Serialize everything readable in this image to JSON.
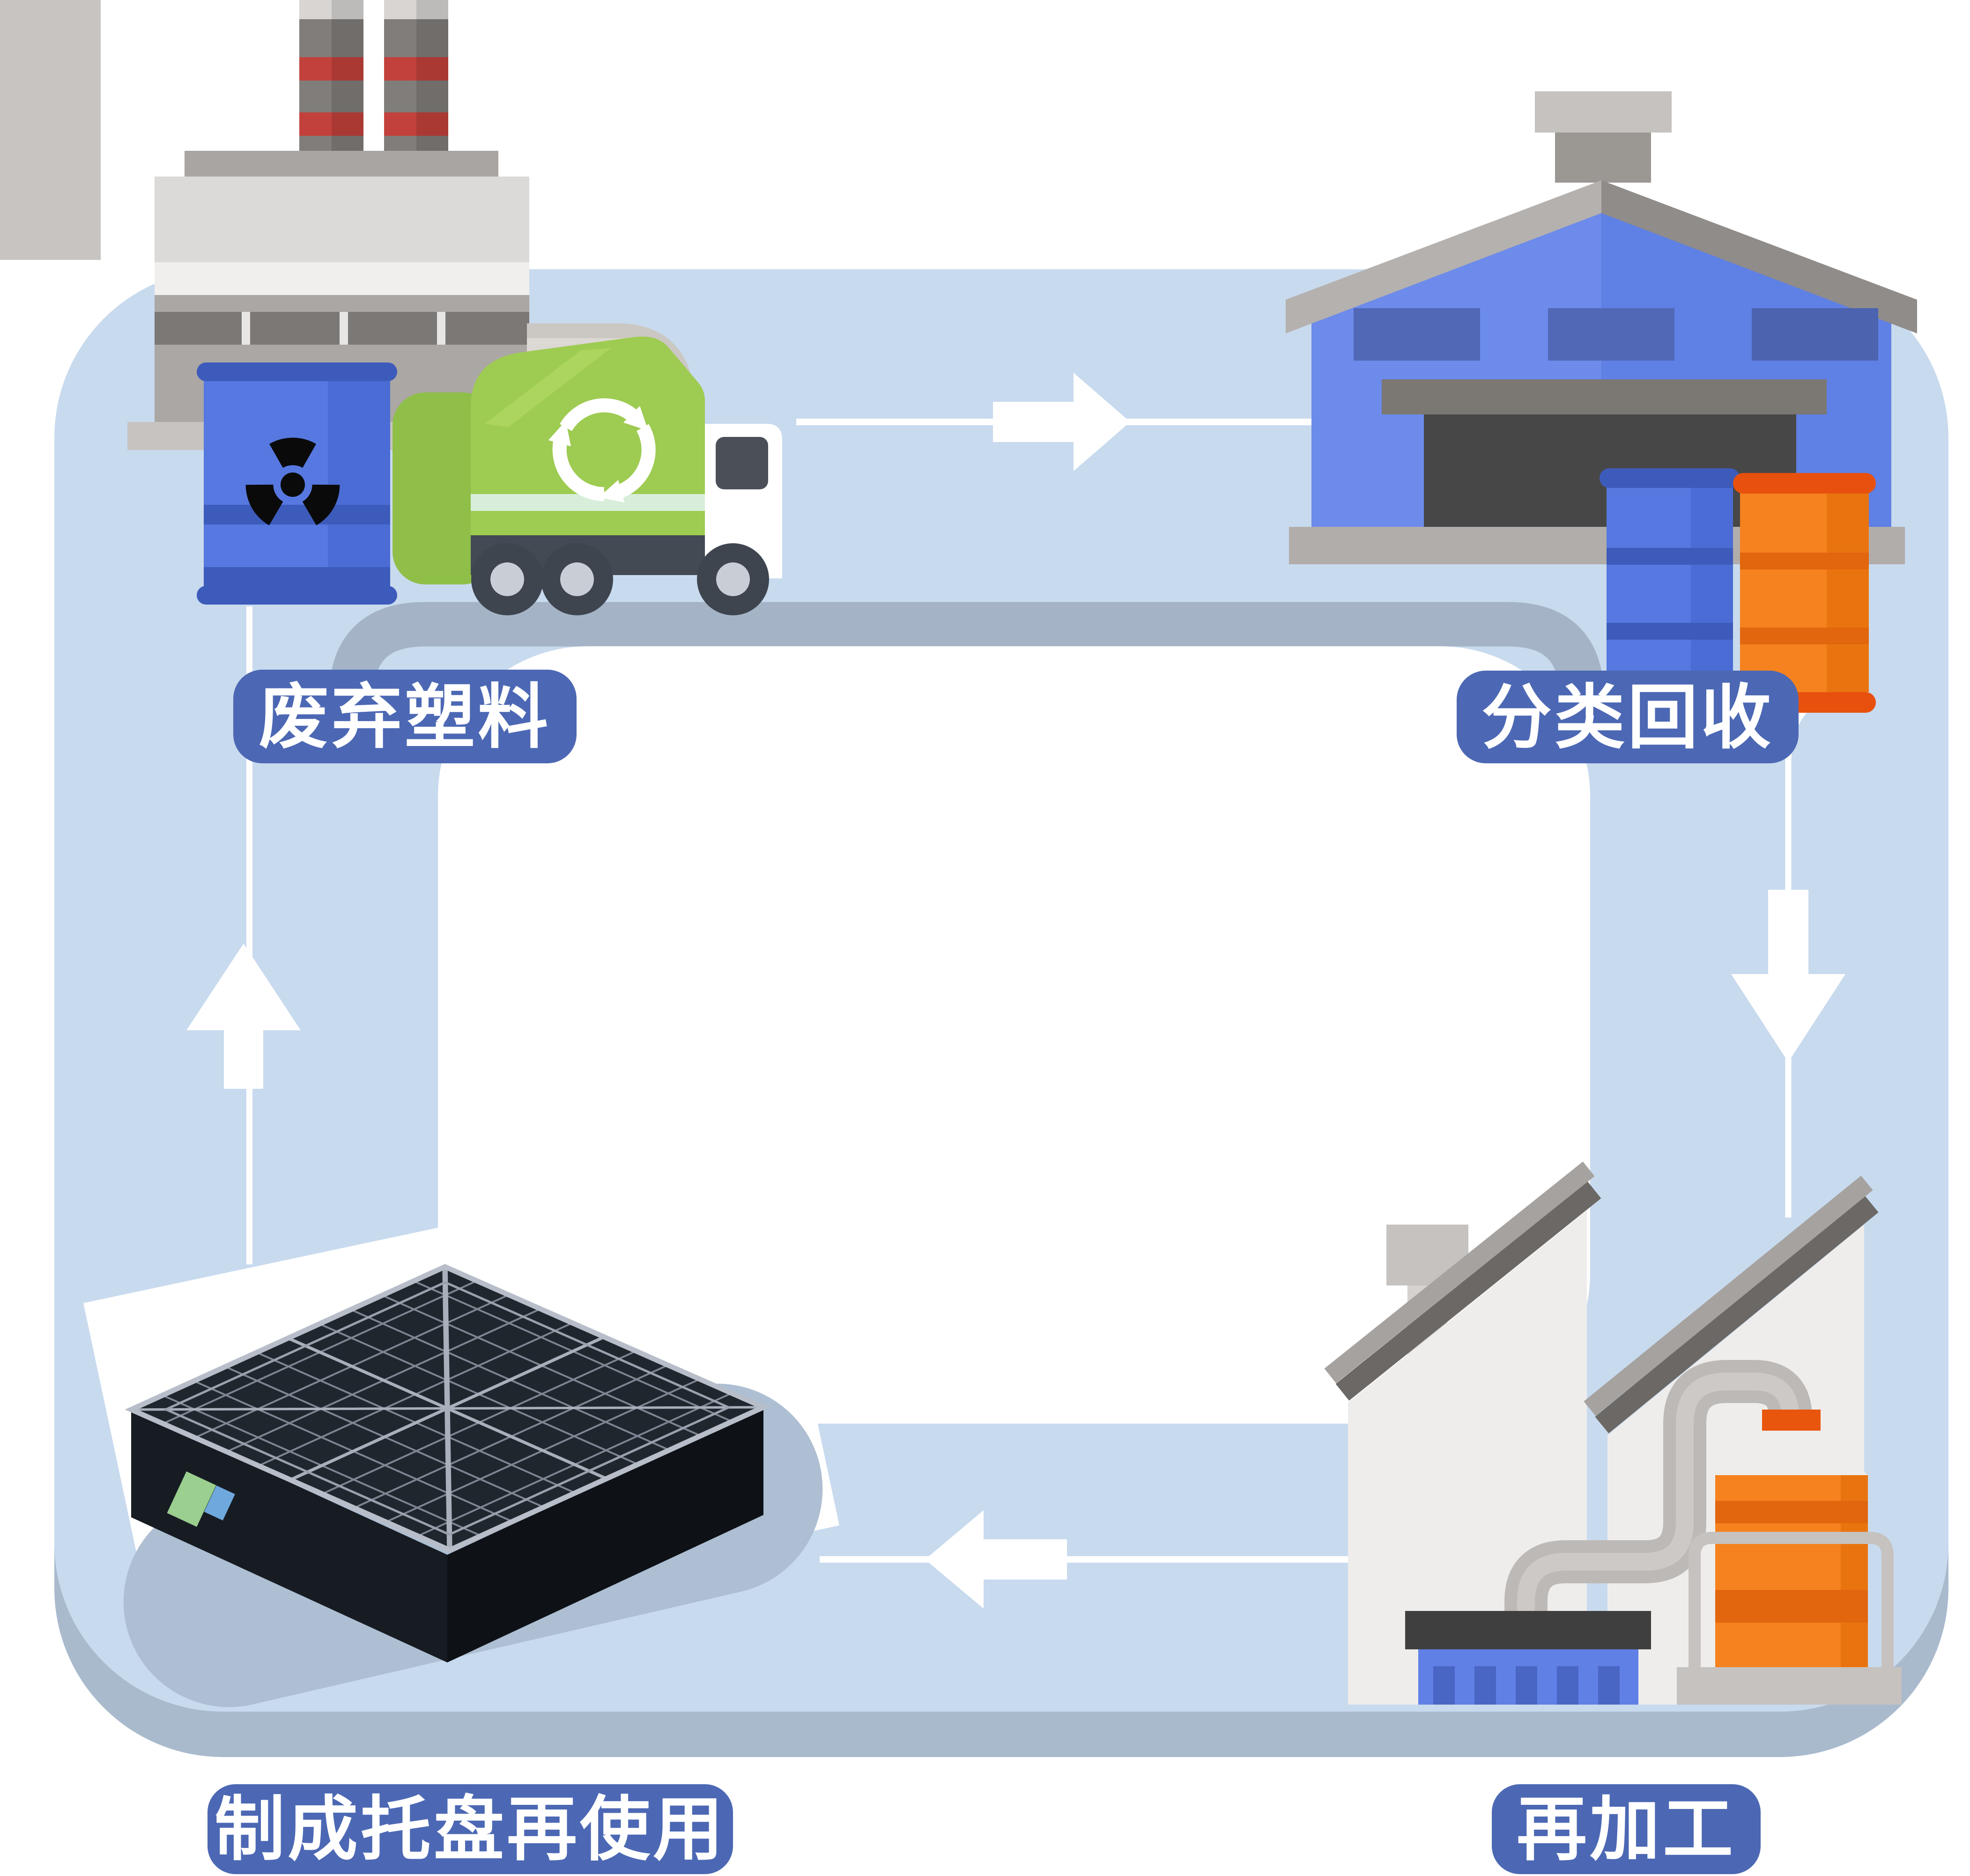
{
  "diagram_title": "plastic-recycling-cycle",
  "stages": [
    {
      "id": "waste-plastic",
      "label": "废弃塑料"
    },
    {
      "id": "sorting-recycling",
      "label": "分类回收"
    },
    {
      "id": "reprocessing",
      "label": "再加工"
    },
    {
      "id": "pallet-reuse",
      "label": "制成托盘再使用"
    }
  ],
  "flow": [
    {
      "from": "waste-plastic",
      "to": "sorting-recycling",
      "arrow": "right"
    },
    {
      "from": "sorting-recycling",
      "to": "reprocessing",
      "arrow": "down"
    },
    {
      "from": "reprocessing",
      "to": "pallet-reuse",
      "arrow": "left"
    },
    {
      "from": "pallet-reuse",
      "to": "waste-plastic",
      "arrow": "up"
    }
  ],
  "icons": {
    "waste_plastic": [
      "factory-icon",
      "radioactive-barrel-icon",
      "recycling-truck-icon"
    ],
    "sorting_recycling": [
      "warehouse-icon",
      "blue-drum-icon",
      "orange-drum-icon"
    ],
    "reprocessing": [
      "plant-icon",
      "orange-tank-icon",
      "pipe-icon",
      "shredder-icon"
    ],
    "pallet_reuse": [
      "plastic-pallet-image"
    ]
  },
  "colors": {
    "panel_light": "#C8DAEE",
    "panel_shadow": "#A9BACD",
    "loop_band": "#A4B4C6",
    "inner_area": "#FFFFFF",
    "label_bg": "#4C68B4",
    "label_text": "#FFFFFF",
    "connector": "#FFFFFF",
    "truck_green": "#9ECB52",
    "barrel_blue": "#5678E0",
    "barrel_orange": "#F5821F",
    "warehouse_blue": "#6C8BEB",
    "pallet_black": "#20262E"
  }
}
